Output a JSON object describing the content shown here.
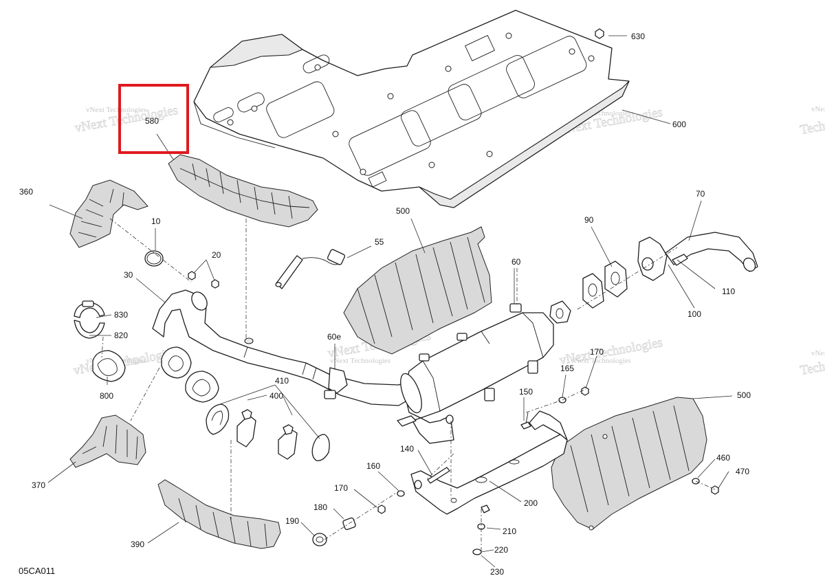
{
  "diagram": {
    "id": "05CA011",
    "highlight_target": "580"
  },
  "watermark": {
    "line1": "vNext Technologies",
    "line2": "vNext",
    "line3": "Technologies"
  },
  "callouts": {
    "c630": "630",
    "c600": "600",
    "c580": "580",
    "c360": "360",
    "c10": "10",
    "c20": "20",
    "c30": "30",
    "c55": "55",
    "c500a": "500",
    "c60": "60",
    "c70": "70",
    "c90": "90",
    "c110": "110",
    "c100": "100",
    "c830": "830",
    "c820": "820",
    "c800": "800",
    "c60e": "60e",
    "c410": "410",
    "c400": "400",
    "c170a": "170",
    "c165": "165",
    "c150": "150",
    "c500b": "500",
    "c460": "460",
    "c470": "470",
    "c140": "140",
    "c160": "160",
    "c170b": "170",
    "c180": "180",
    "c190": "190",
    "c200": "200",
    "c210": "210",
    "c220": "220",
    "c230": "230",
    "c370": "370",
    "c390": "390"
  }
}
